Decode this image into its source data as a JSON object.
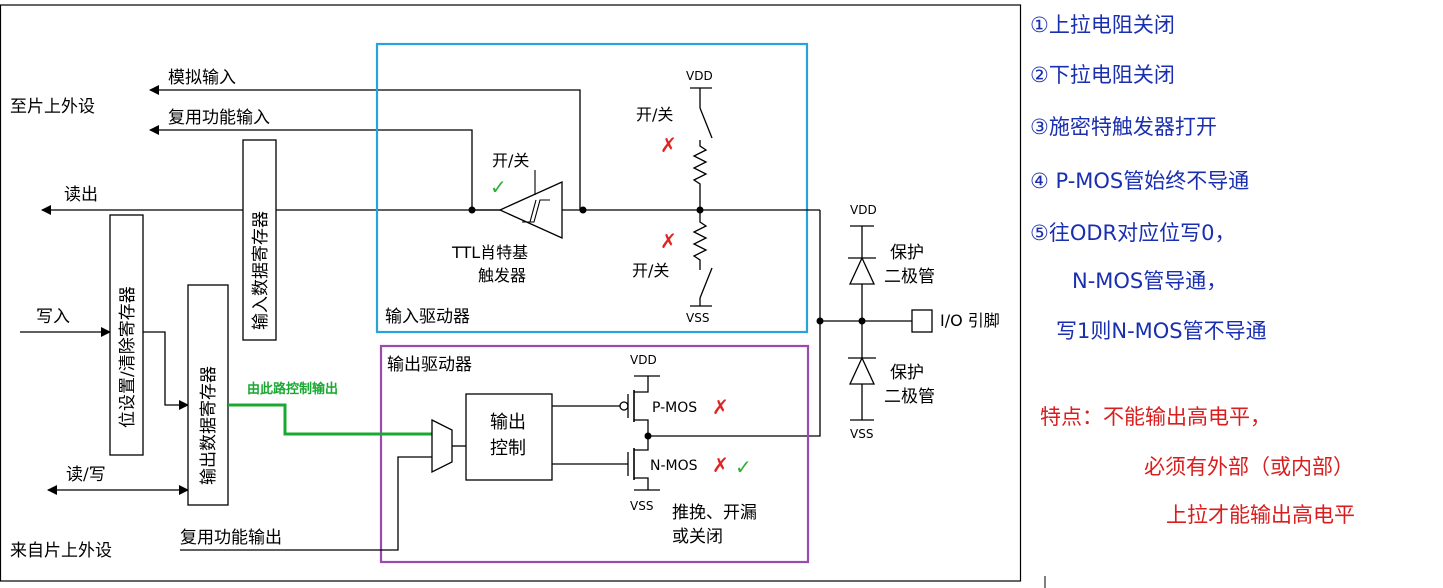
{
  "left_labels": {
    "to_peripheral": "至片上外设",
    "analog_input": "模拟输入",
    "alt_func_input": "复用功能输入",
    "read_out": "读出",
    "write_in": "写入",
    "read_write": "读/写",
    "from_peripheral": "来自片上外设",
    "alt_func_output": "复用功能输出"
  },
  "registers": {
    "input_data_reg": "输入数据寄存器",
    "bit_set_reset_reg": "位设置/清除寄存器",
    "output_data_reg": "输出数据寄存器"
  },
  "input_driver": {
    "title": "输入驱动器",
    "on_off_top": "开/关",
    "on_off_pullup": "开/关",
    "on_off_pulldown": "开/关",
    "schmitt_line1": "TTL肖特基",
    "schmitt_line2": "触发器",
    "vdd": "VDD",
    "vss": "VSS"
  },
  "output_driver": {
    "title": "输出驱动器",
    "control_line1": "输出",
    "control_line2": "控制",
    "pmos": "P-MOS",
    "nmos": "N-MOS",
    "vdd": "VDD",
    "vss": "VSS",
    "mode_line1": "推挽、开漏",
    "mode_line2": "或关闭"
  },
  "protection": {
    "vdd": "VDD",
    "vss": "VSS",
    "diode_top_line1": "保护",
    "diode_top_line2": "二极管",
    "diode_bottom_line1": "保护",
    "diode_bottom_line2": "二极管",
    "io_pin": "I/O 引脚"
  },
  "annotations": {
    "control_path": "由此路控制输出",
    "cross": "✗",
    "check": "✓"
  },
  "notes": {
    "items": [
      "①上拉电阻关闭",
      "②下拉电阻关闭",
      "③施密特触发器打开",
      "④ P-MOS管始终不导通",
      "⑤往ODR对应位写0，",
      "N-MOS管导通，",
      "写1则N-MOS管不导通"
    ],
    "feature_line1": "特点：不能输出高电平，",
    "feature_line2": "必须有外部（或内部）",
    "feature_line3": "上拉才能输出高电平"
  },
  "colors": {
    "input_box": "#29a3dc",
    "output_box": "#9b4ab0",
    "control_path": "#19a832",
    "note_blue": "#1a2fb0",
    "note_red": "#d81e1e"
  }
}
